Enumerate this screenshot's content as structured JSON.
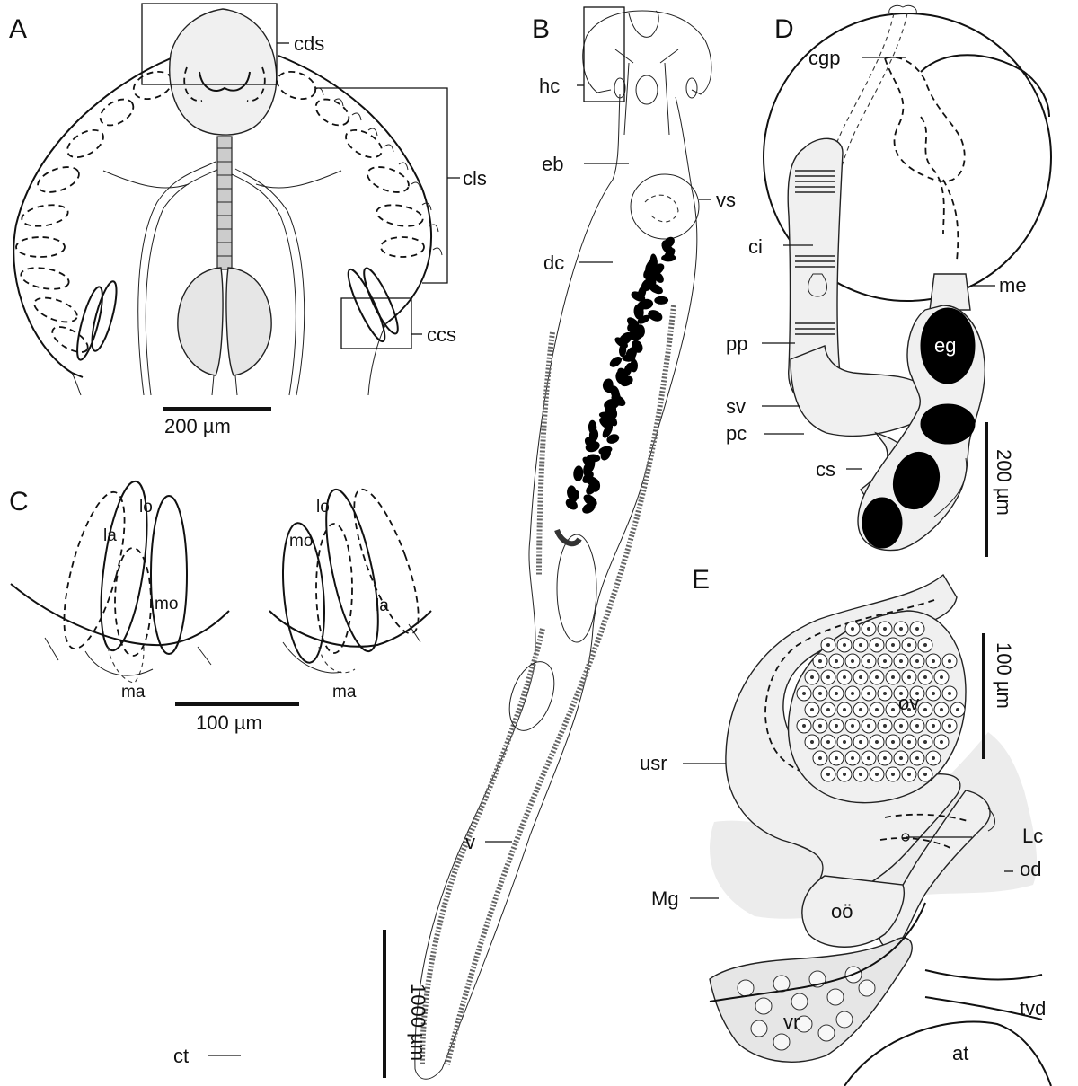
{
  "panels": {
    "a": "A",
    "b": "B",
    "c": "C",
    "d": "D",
    "e": "E"
  },
  "labels": {
    "cds": "cds",
    "cls": "cls",
    "ccs": "ccs",
    "hc": "hc",
    "eb": "eb",
    "vs": "vs",
    "dc": "dc",
    "v": "v",
    "ct": "ct",
    "la_left": "la",
    "lo_left": "lo",
    "mo_left": "mo",
    "ma_left": "ma",
    "lo_right": "lo",
    "mo_right": "mo",
    "la_right": "la",
    "ma_right": "ma",
    "cgp": "cgp",
    "ci": "ci",
    "me": "me",
    "eg": "eg",
    "pp": "pp",
    "sv": "sv",
    "pc": "pc",
    "cs": "cs",
    "ov": "ov",
    "usr": "usr",
    "lc": "Lc",
    "od": "od",
    "mg": "Mg",
    "oo": "oö",
    "vr": "vr",
    "tvd": "tvd",
    "at": "at"
  },
  "scalebars": {
    "a": "200 µm",
    "b": "1000 µm",
    "c": "100 µm",
    "d": "200 µm",
    "e": "100 µm"
  }
}
